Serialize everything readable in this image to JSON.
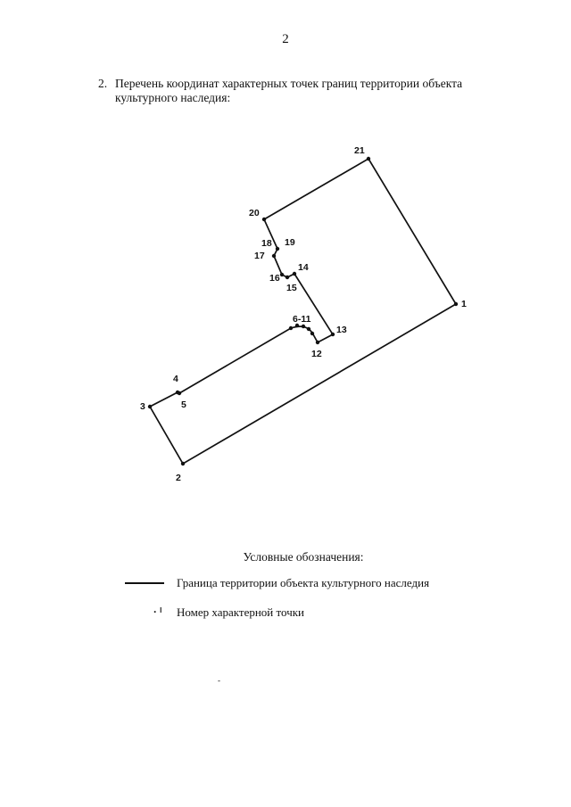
{
  "page_number": "2",
  "heading": {
    "number": "2.",
    "text": "Перечень координат характерных точек границ территории объекта культурного наследия:"
  },
  "plan": {
    "labels": [
      "21",
      "20",
      "18",
      "19",
      "17",
      "14",
      "16",
      "15",
      "1",
      "6-11",
      "13",
      "12",
      "4",
      "3",
      "5",
      "2"
    ]
  },
  "legend": {
    "title": "Условные обозначения:",
    "boundary_label": "Граница территории объекта культурного наследия",
    "point_label": "Номер характерной точки",
    "point_symbol": "· ˡ"
  },
  "stray_mark": "-"
}
